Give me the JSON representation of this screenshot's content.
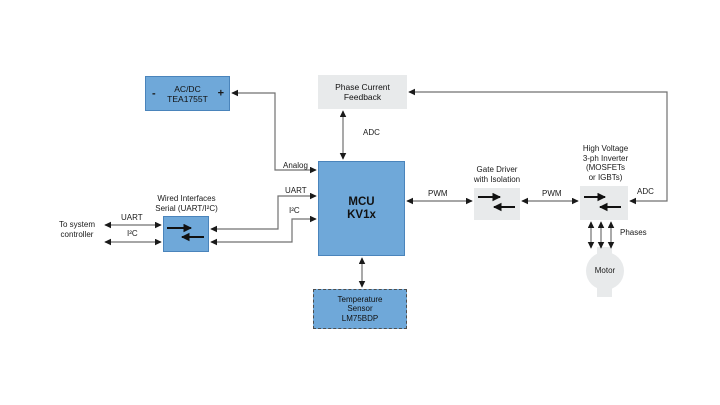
{
  "blocks": {
    "acdc": {
      "minus": "-",
      "label": "AC/DC\nTEA1755T",
      "plus": "+"
    },
    "phase_feedback": {
      "label": "Phase Current\nFeedback"
    },
    "mcu": {
      "label": "MCU\nKV1x"
    },
    "temp_sensor": {
      "label": "Temperature\nSensor\nLM75BDP"
    },
    "wired_interfaces": {
      "title": "Wired Interfaces\nSerial (UART/I²C)"
    },
    "gate_driver": {
      "title": "Gate Driver\nwith Isolation"
    },
    "inverter": {
      "title": "High Voltage\n3-ph Inverter\n(MOSFETs\nor IGBTs)"
    },
    "motor": {
      "label": "Motor"
    }
  },
  "signals": {
    "analog": "Analog",
    "adc_feedback": "ADC",
    "uart_mcu": "UART",
    "i2c_mcu": "I²C",
    "pwm_left": "PWM",
    "pwm_right": "PWM",
    "adc_inverter": "ADC",
    "phases": "Phases",
    "uart_external": "UART",
    "i2c_external": "I²C",
    "system_controller": "To system\ncontroller"
  },
  "colors": {
    "block_blue": "#6FA8D9",
    "block_blue_border": "#4A84BB",
    "block_gray": "#E8EAEB",
    "temp_dashed_border": "#4D4D4D",
    "wire": "#707070",
    "arrowhead": "#1A1A1A",
    "flow_arrow": "#111111",
    "text": "#1A1A1A",
    "background": "#FFFFFF"
  }
}
